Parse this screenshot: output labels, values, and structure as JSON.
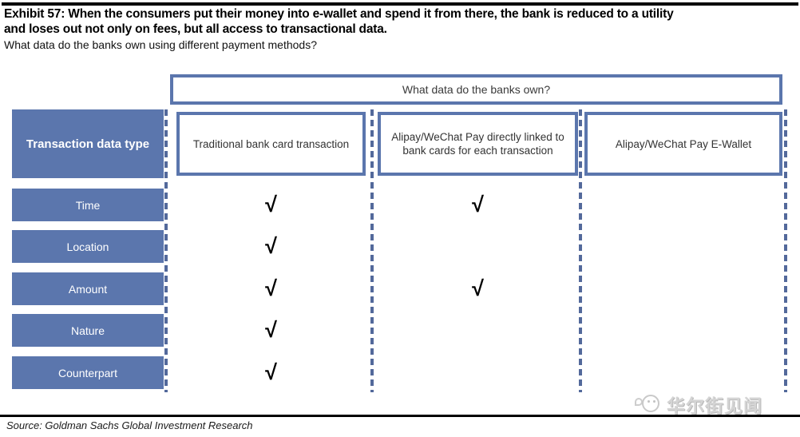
{
  "header": {
    "title_line1": "Exhibit 57: When the consumers put their money into e-wallet and spend it from there, the bank is reduced to a utility",
    "title_line2": "and loses out not only on fees, but all access to transactional data.",
    "subtitle": "What data do the banks own using different payment methods?"
  },
  "table": {
    "spanning_header": "What data do the banks own?",
    "row_header_title": "Transaction data type",
    "columns": [
      "Traditional bank card transaction",
      "Alipay/WeChat Pay directly linked to bank cards for each transaction",
      "Alipay/WeChat Pay E-Wallet"
    ],
    "check_glyph": "√",
    "rows": [
      {
        "label": "Time",
        "cells": [
          "√",
          "√",
          ""
        ]
      },
      {
        "label": "Location",
        "cells": [
          "√",
          "",
          ""
        ]
      },
      {
        "label": "Amount",
        "cells": [
          "√",
          "√",
          ""
        ]
      },
      {
        "label": "Nature",
        "cells": [
          "√",
          "",
          ""
        ]
      },
      {
        "label": "Counterpart",
        "cells": [
          "√",
          "",
          ""
        ]
      }
    ]
  },
  "footer": {
    "source": "Source: Goldman Sachs Global Investment Research"
  },
  "watermark": {
    "text": "华尔街见闻"
  },
  "colors": {
    "accent_blue": "#5B76AD",
    "dashed_line": "#53699B",
    "rule_black": "#000000"
  }
}
